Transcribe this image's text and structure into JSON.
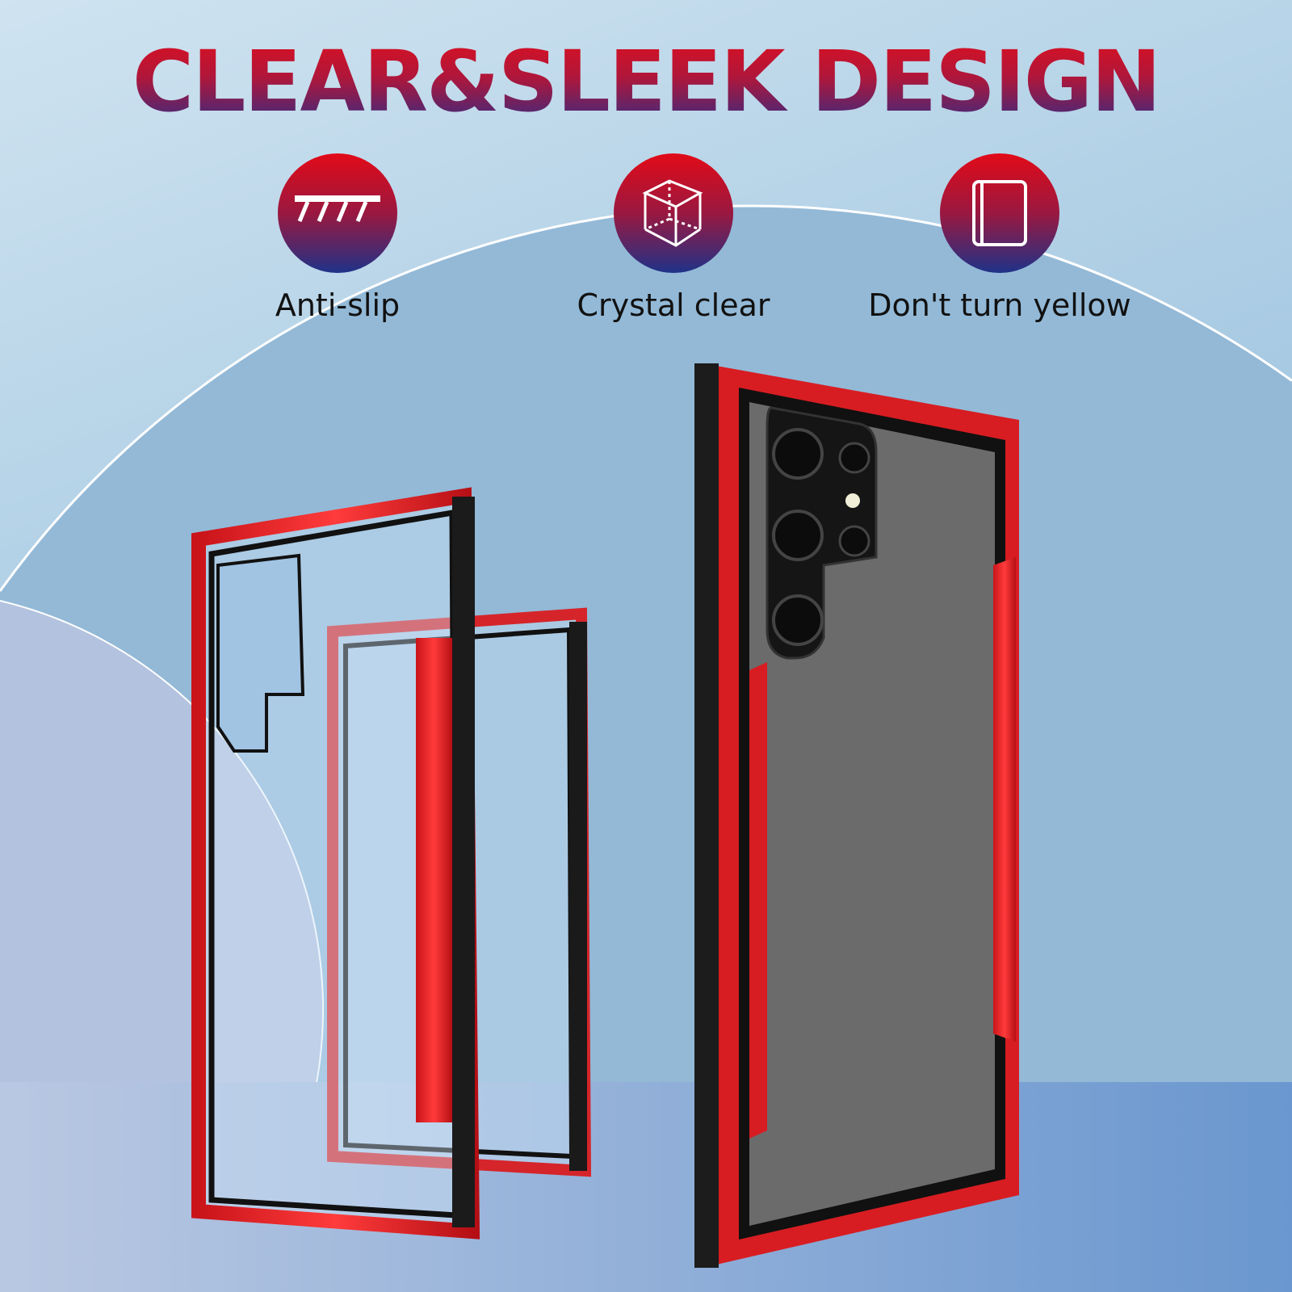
{
  "headline": "CLEAR&SLEEK DESIGN",
  "features": [
    {
      "label": "Anti-slip",
      "icon": "anti-slip-icon"
    },
    {
      "label": "Crystal clear",
      "icon": "transparent-cube-icon"
    },
    {
      "label": "Don't turn yellow",
      "icon": "phone-case-icon"
    }
  ],
  "colors": {
    "accent_red": "#e20a18",
    "accent_blue": "#1f3288",
    "case_red": "#e0262a"
  }
}
